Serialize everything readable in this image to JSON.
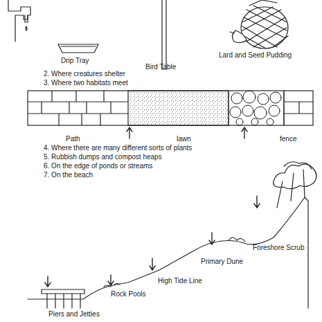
{
  "diagram": {
    "labels": [
      "Drip Tray",
      "Bird Table",
      "Lard and Seed Pudding",
      "2. Where creatures shelter",
      "3. Where two habitats meet",
      "Path",
      "lawn",
      "fence",
      "4. Where there are many different sorts of plants",
      "5. Rubbish dumps and compost heaps",
      "6. On the edge of ponds or streams",
      "7. On the beach",
      "Foreshore Scrub",
      "Primary Dune",
      "High Tide Line",
      "Rock Pools",
      "Piers and Jetties"
    ]
  }
}
